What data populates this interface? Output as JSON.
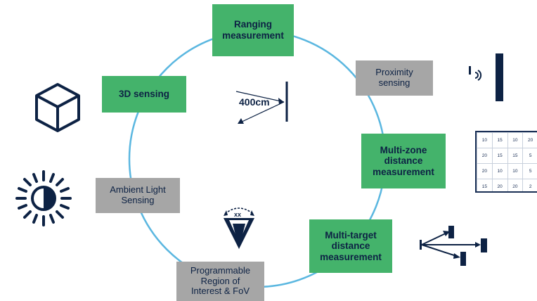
{
  "nodes": {
    "ranging": "Ranging\nmeasurement",
    "proximity": "Proximity\nsensing",
    "multizone": "Multi-zone\ndistance\nmeasurement",
    "multitarget": "Multi-target\ndistance\nmeasurement",
    "roi": "Programmable\nRegion of\nInterest & FoV",
    "ambient": "Ambient Light\nSensing",
    "sensing3d": "3D sensing"
  },
  "range_label": "400cm",
  "roi_label": "xx",
  "zone_grid": [
    [
      "10",
      "15",
      "10",
      "20"
    ],
    [
      "20",
      "15",
      "15",
      "5"
    ],
    [
      "20",
      "10",
      "10",
      "5"
    ],
    [
      "15",
      "20",
      "20",
      "2"
    ]
  ],
  "colors": {
    "green": "#44b36b",
    "gray": "#a6a6a6",
    "navy": "#0d2244",
    "circle": "#5bb7e0"
  },
  "icons": [
    "cube-icon",
    "sun-icon",
    "proximity-icon",
    "zone-grid-icon",
    "multi-target-icon",
    "fov-icon",
    "range-icon"
  ]
}
